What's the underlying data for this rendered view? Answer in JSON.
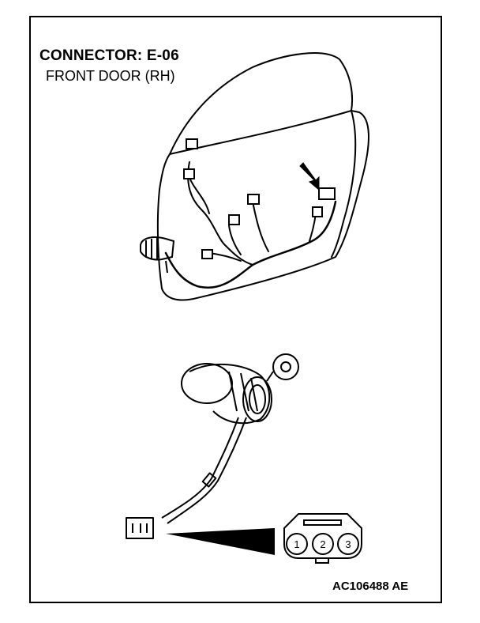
{
  "diagram": {
    "title": "CONNECTOR: E-06",
    "subtitle": "FRONT DOOR (RH)",
    "figure_id": "AC106488 AE",
    "connector_pins": [
      "1",
      "2",
      "3"
    ]
  }
}
